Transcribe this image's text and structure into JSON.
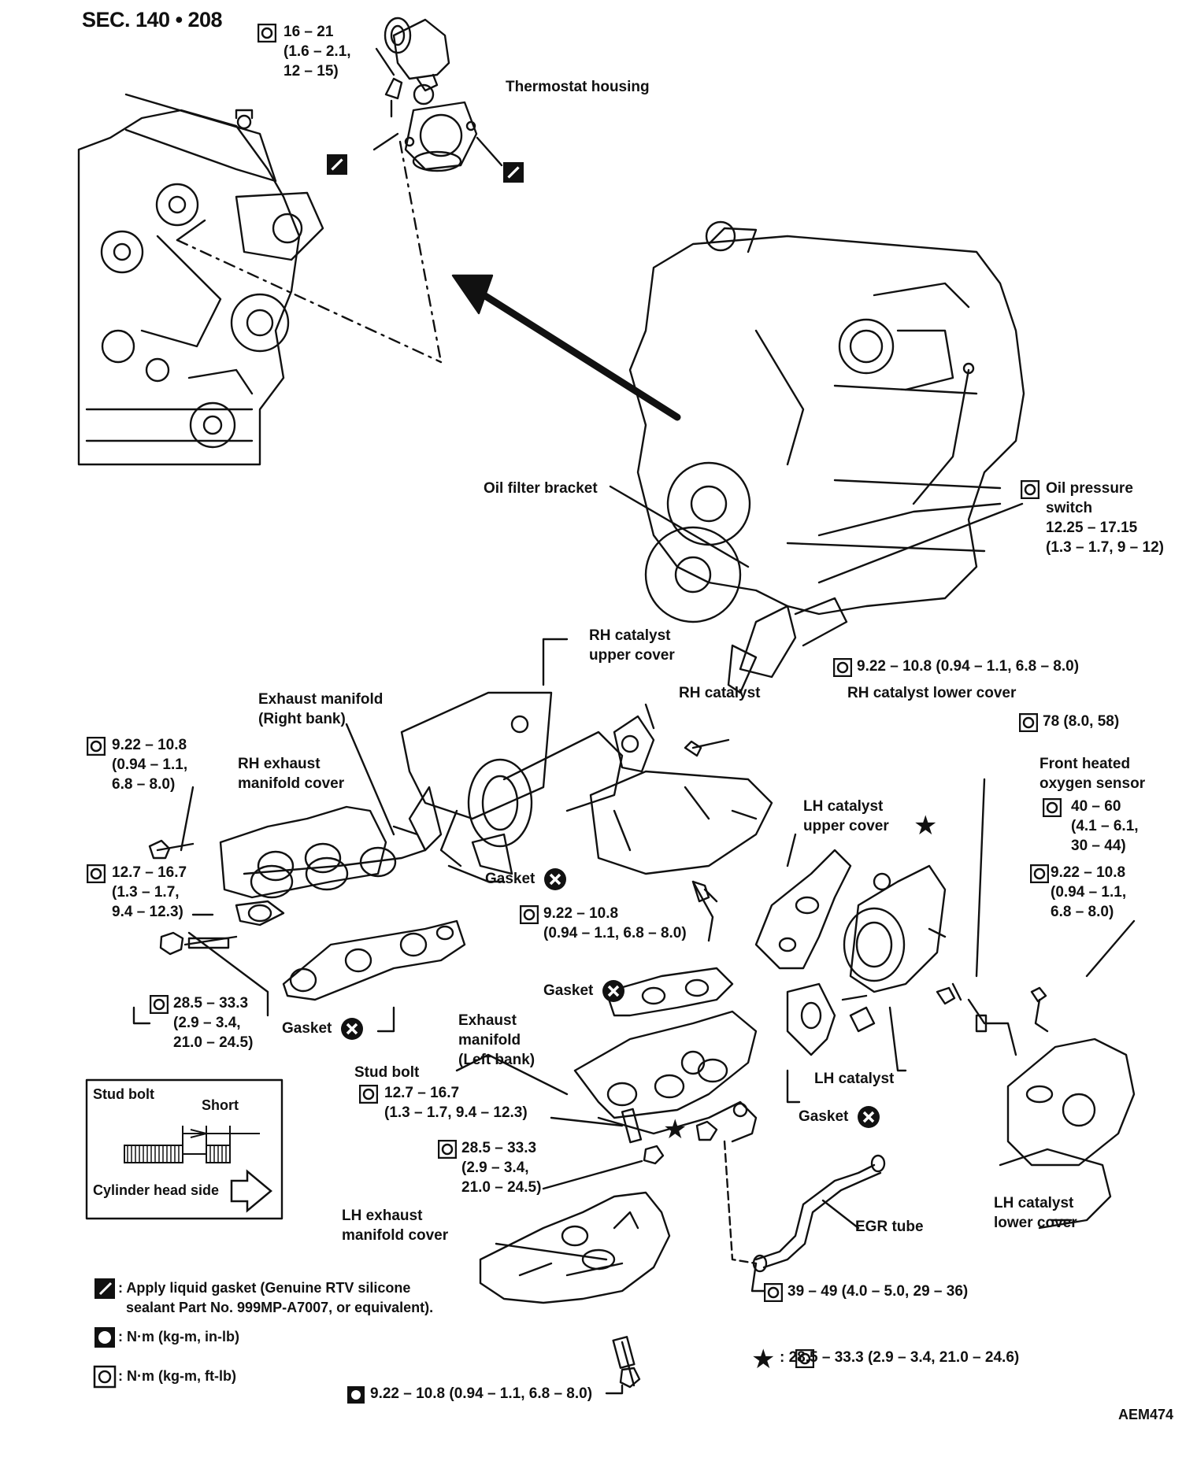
{
  "header": {
    "section": "SEC. 140 • 208"
  },
  "figure_code": "AEM474",
  "labels": {
    "thermostat_torque": "16 – 21\n(1.6 – 2.1,\n12 – 15)",
    "thermostat_housing": "Thermostat housing",
    "oil_filter_bracket": "Oil filter bracket",
    "oil_pressure_switch": "Oil pressure\nswitch\n12.25 – 17.15\n(1.3 – 1.7, 9 – 12)",
    "rh_catalyst_upper_cover": "RH catalyst\nupper cover",
    "rh_upper_cover_torque": "9.22 – 10.8 (0.94 – 1.1, 6.8 – 8.0)",
    "exhaust_manifold_right": "Exhaust manifold\n(Right bank)",
    "rh_catalyst": "RH catalyst",
    "rh_catalyst_lower_cover": "RH catalyst lower cover",
    "rh_cover_bolt_torque": "9.22 – 10.8\n(0.94 – 1.1,\n6.8 – 8.0)",
    "rh_exhaust_manifold_cover": "RH exhaust\nmanifold cover",
    "torque_78": "78 (8.0, 58)",
    "front_heated_oxygen_sensor": "Front heated\noxygen sensor",
    "oxygen_sensor_torque": "40 – 60\n(4.1 – 6.1,\n30 – 44)",
    "lh_catalyst_upper_cover": "LH catalyst\nupper cover",
    "rh_stud_torque": "12.7 – 16.7\n(1.3 – 1.7,\n9.4 – 12.3)",
    "gasket": "Gasket",
    "rh_lower_cover_torque": "9.22 – 10.8\n(0.94 – 1.1, 6.8 – 8.0)",
    "lh_lower_cover_torque": "9.22 – 10.8\n(0.94 – 1.1,\n6.8 – 8.0)",
    "rh_nut_torque": "28.5 – 33.3\n(2.9 – 3.4,\n21.0 – 24.5)",
    "exhaust_manifold_left": "Exhaust\nmanifold\n(Left bank)",
    "lh_catalyst": "LH catalyst",
    "stud_bolt": "Stud bolt",
    "lh_stud_torque": "12.7 – 16.7\n(1.3 – 1.7, 9.4 – 12.3)",
    "lh_nut_torque": "28.5 – 33.3\n(2.9 – 3.4,\n21.0 – 24.5)",
    "inset_stud_bolt": "Stud bolt",
    "inset_short": "Short",
    "inset_cylinder_head_side": "Cylinder head side",
    "lh_exhaust_manifold_cover": "LH exhaust\nmanifold cover",
    "egr_tube": "EGR tube",
    "lh_catalyst_lower_cover": "LH catalyst\nlower cover",
    "egr_torque": "39 – 49 (4.0 – 5.0, 29 – 36)",
    "legend_liquid_gasket": ": Apply liquid gasket (Genuine RTV silicone\n  sealant Part No. 999MP-A7007, or equivalent).",
    "legend_nm_inlb": ": N·m (kg-m, in-lb)",
    "legend_nm_ftlb": ": N·m (kg-m, ft-lb)",
    "lh_cover_bolt_torque": "9.22 – 10.8 (0.94 – 1.1, 6.8 – 8.0)",
    "star_note": ":  28.5 – 33.3 (2.9 – 3.4, 21.0 – 24.6)"
  }
}
